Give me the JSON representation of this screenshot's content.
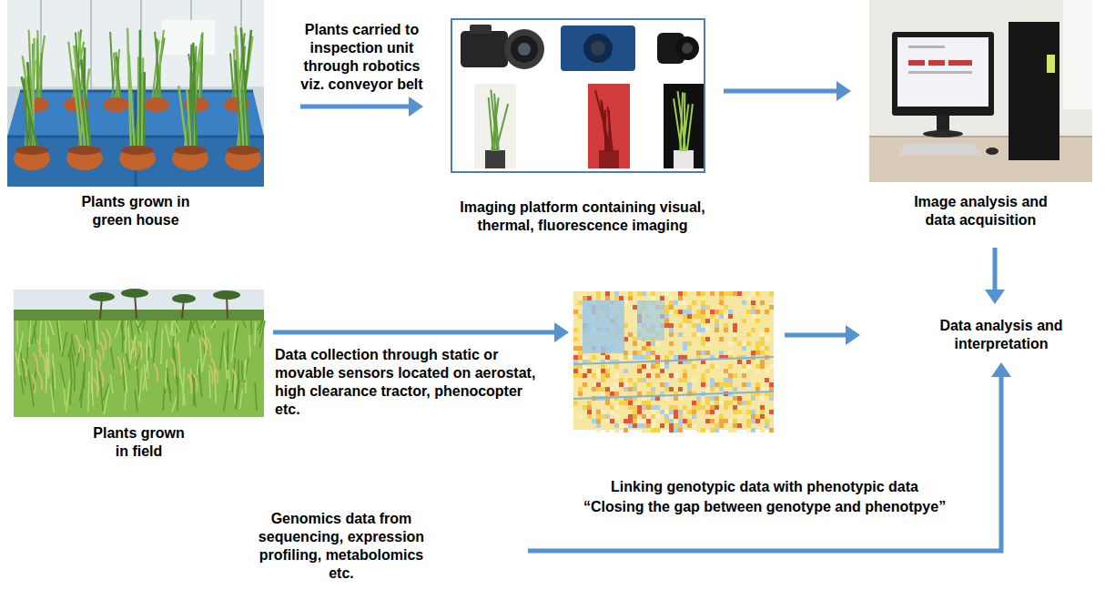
{
  "diagram": {
    "nodes": [
      {
        "text": [
          "Plants grown in green house"
        ]
      },
      {
        "text": [
          "Imaging platform containing visual, thermal, fluorescence imaging"
        ]
      },
      {
        "text": [
          "Image analysis and data acquisition"
        ]
      },
      {
        "text": [
          "Plants grown in field"
        ]
      },
      {
        "text": [
          "Data analysis and interpretation"
        ]
      },
      {
        "text": [
          "Genomics data from sequencing, expression profiling, metabolomics etc."
        ]
      }
    ],
    "edges": [
      {
        "from": 0,
        "to": 1,
        "label": "Plants carried to inspection unit through robotics viz. conveyor belt",
        "arrow": "to"
      },
      {
        "from": 1,
        "to": 2,
        "arrow": "to"
      },
      {
        "from": 2,
        "to": 4,
        "arrow": "to"
      },
      {
        "from": 5,
        "to": 4,
        "label": "Linking genotypic data with phenotypic data",
        "arrow": "to"
      }
    ],
    "labels": [
      "Data collection through static or movable sensors located on aerostat, high clearance tractor, phenocopter etc.",
      "“Closing the gap between genotype and phenotpye”"
    ]
  }
}
